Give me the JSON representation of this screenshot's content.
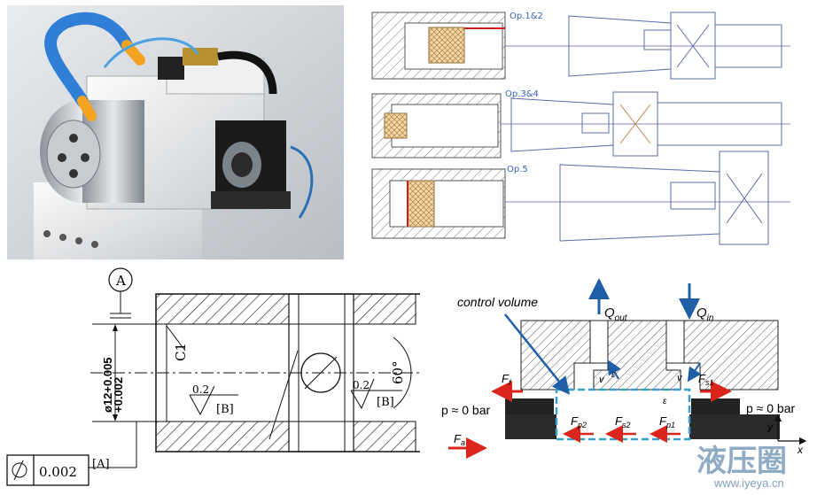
{
  "sections": {
    "op12": "Op.1&2",
    "op34": "Op.3&4",
    "op5": "Op.5"
  },
  "drawing": {
    "datum": "A",
    "diameter_label": "ø12+0.005",
    "diameter_tol": "+0.002",
    "chamfer": "C1",
    "roughness_1": "0.2",
    "datum_ref_1": "[B]",
    "roughness_2": "0.2",
    "datum_ref_2": "[B]",
    "angle": "60°",
    "frame_value": "0.002",
    "frame_datum": "[A]"
  },
  "flow": {
    "control_volume": "control volume",
    "q_out": "Q",
    "q_out_sub": "out",
    "q_in": "Q",
    "q_in_sub": "in",
    "f_f": "F",
    "f_f_sub": "f",
    "f_s1": "F",
    "f_s1_sub": "s1",
    "f_p2": "F",
    "f_p2_sub": "p2",
    "f_s2": "F",
    "f_s2_sub": "s2",
    "f_p1": "F",
    "f_p1_sub": "p1",
    "f_a": "F",
    "f_a_sub": "a",
    "p_left": "p ≈ 0 bar",
    "p_right": "p ≈ 0 bar",
    "v_left": "v",
    "v_right": "v",
    "eps_left": "ε",
    "eps_right": "ε",
    "y_axis": "y",
    "x_axis": "x"
  },
  "watermark": {
    "brand": "液压圈",
    "url": "www.iyeya.cn"
  },
  "colors": {
    "arrow_red": "#d9251c",
    "arrow_blue": "#1f5fa8",
    "control_volume": "#3aa0c9",
    "hatch": "#333333"
  }
}
